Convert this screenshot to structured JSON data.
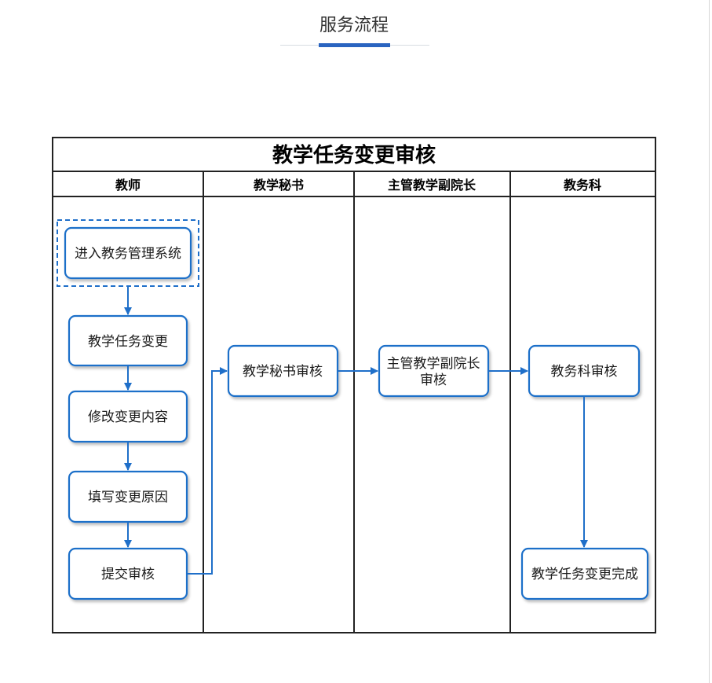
{
  "header": {
    "title": "服务流程"
  },
  "diagram": {
    "title": "教学任务变更审核",
    "lanes": [
      "教师",
      "教学秘书",
      "主管教学副院长",
      "教务科"
    ],
    "nodes": {
      "enter_system": "进入教务管理系统",
      "task_change": "教学任务变更",
      "modify_content": "修改变更内容",
      "fill_reason": "填写变更原因",
      "submit_review": "提交审核",
      "secretary_review": "教学秘书审核",
      "vp_review_line1": "主管教学副院长",
      "vp_review_line2": "审核",
      "office_review": "教务科审核",
      "complete": "教学任务变更完成"
    },
    "colors": {
      "node_border": "#1f6fc9",
      "arrow": "#1f6fc9",
      "accent": "#2a64c0"
    }
  }
}
